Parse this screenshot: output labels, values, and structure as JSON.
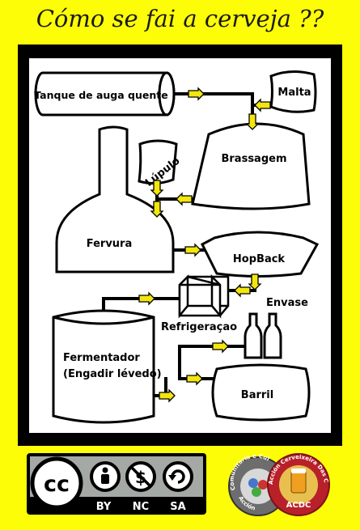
{
  "title": "Cómo se fai a cerveja ??",
  "nodes": {
    "hot_water_tank": "Tanque de auga quente",
    "malt": "Malta",
    "hops": "Lúpulo",
    "mashing": "Brassagem",
    "boil": "Fervura",
    "hopback": "HopBack",
    "chiller": "Refrigeraçao",
    "bottling": "Envase",
    "fermenter_line1": "Fermentador",
    "fermenter_line2": "(Engadir lévedo)",
    "keg": "Barril"
  },
  "license": {
    "cc": "cc",
    "by": "BY",
    "nc": "NC",
    "sa": "SA"
  },
  "club_logo": {
    "ring_left": "Comunitaria e Cul",
    "ring_left2": "Acción",
    "ring_right": "Acción Cerveixeira Das Couteadas",
    "short": "ACDC"
  },
  "colors": {
    "background": "#fdfd08",
    "arrow": "#f3e60f",
    "frame": "#000000"
  }
}
